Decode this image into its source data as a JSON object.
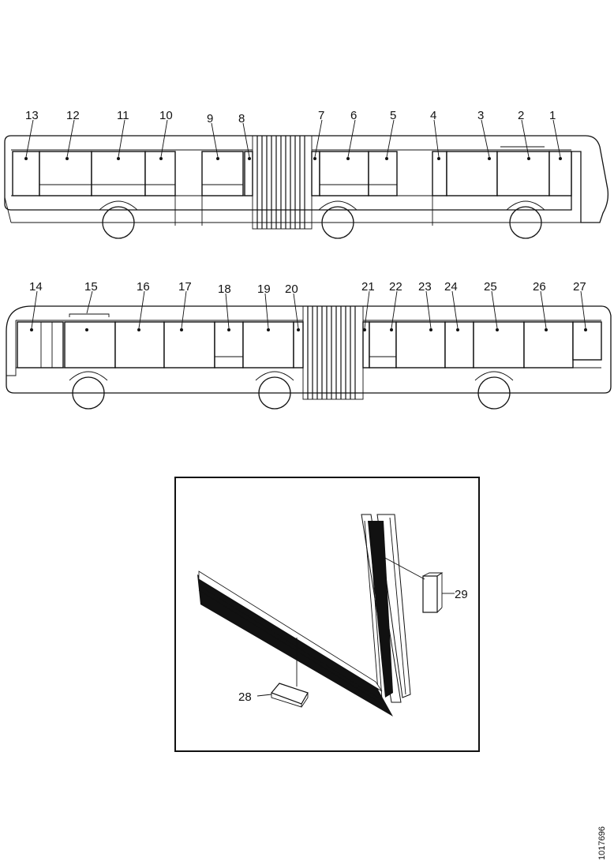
{
  "diagram": {
    "top_bus_callouts": [
      "13",
      "12",
      "11",
      "10",
      "9",
      "8",
      "7",
      "6",
      "5",
      "4",
      "3",
      "2",
      "1"
    ],
    "bottom_bus_callouts": [
      "14",
      "15",
      "16",
      "17",
      "18",
      "19",
      "20",
      "21",
      "22",
      "23",
      "24",
      "25",
      "26",
      "27"
    ],
    "detail_callouts": [
      "28",
      "29"
    ],
    "document_number": "1017696"
  }
}
